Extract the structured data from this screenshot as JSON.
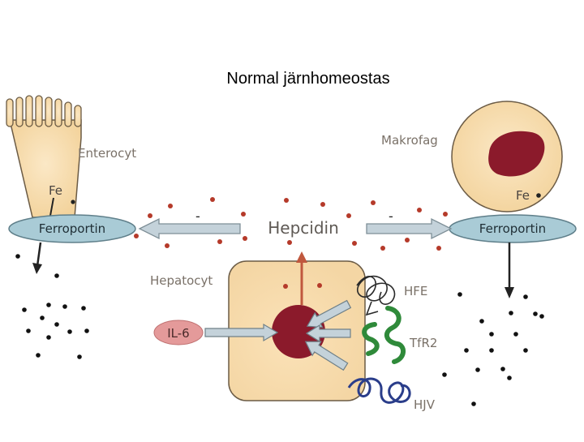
{
  "title": "Normal järnhomeostas",
  "labels": {
    "enterocyte": "Enterocyt",
    "macrophage": "Makrofag",
    "fe_left": "Fe",
    "fe_right": "Fe",
    "ferroportin_left": "Ferroportin",
    "ferroportin_right": "Ferroportin",
    "hepcidin": "Hepcidin",
    "inhibit_left": "-",
    "inhibit_right": "-",
    "hepatocyte": "Hepatocyt",
    "il6": "IL-6",
    "hfe": "HFE",
    "tfr2": "TfR2",
    "hjv": "HJV"
  },
  "colors": {
    "cell_fill": "#f6dcae",
    "cell_stroke": "#6b5b45",
    "nucleus": "#8b1a2b",
    "ferroportin": "#a9cbd6",
    "arrow_fill": "#c4d2da",
    "iron_dot": "#b53a2a",
    "il6": "#e49a9a",
    "tfr2": "#2f8a3a",
    "hjv": "#2a3d8a",
    "label_text": "#7a7168"
  }
}
